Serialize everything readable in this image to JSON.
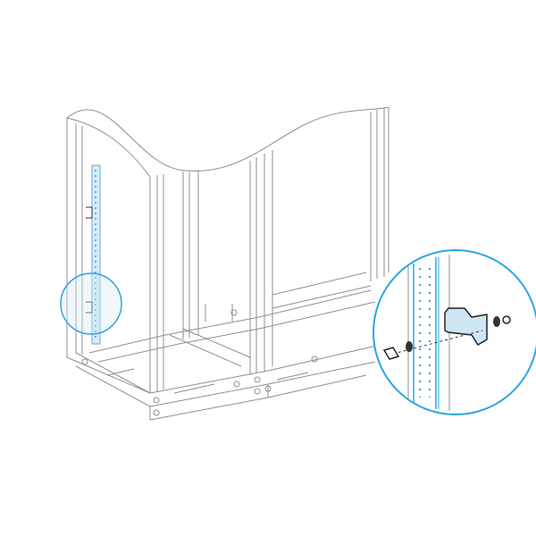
{
  "colors": {
    "line": "#8a8f95",
    "callout": "#2aa7e0",
    "highlight_fill": "#d6ecf7",
    "rail": "#6fa9c8"
  },
  "icons": [
    "enclosure-illustration",
    "mounting-rail",
    "detail-callout",
    "bracket",
    "screw",
    "washer",
    "nut"
  ]
}
